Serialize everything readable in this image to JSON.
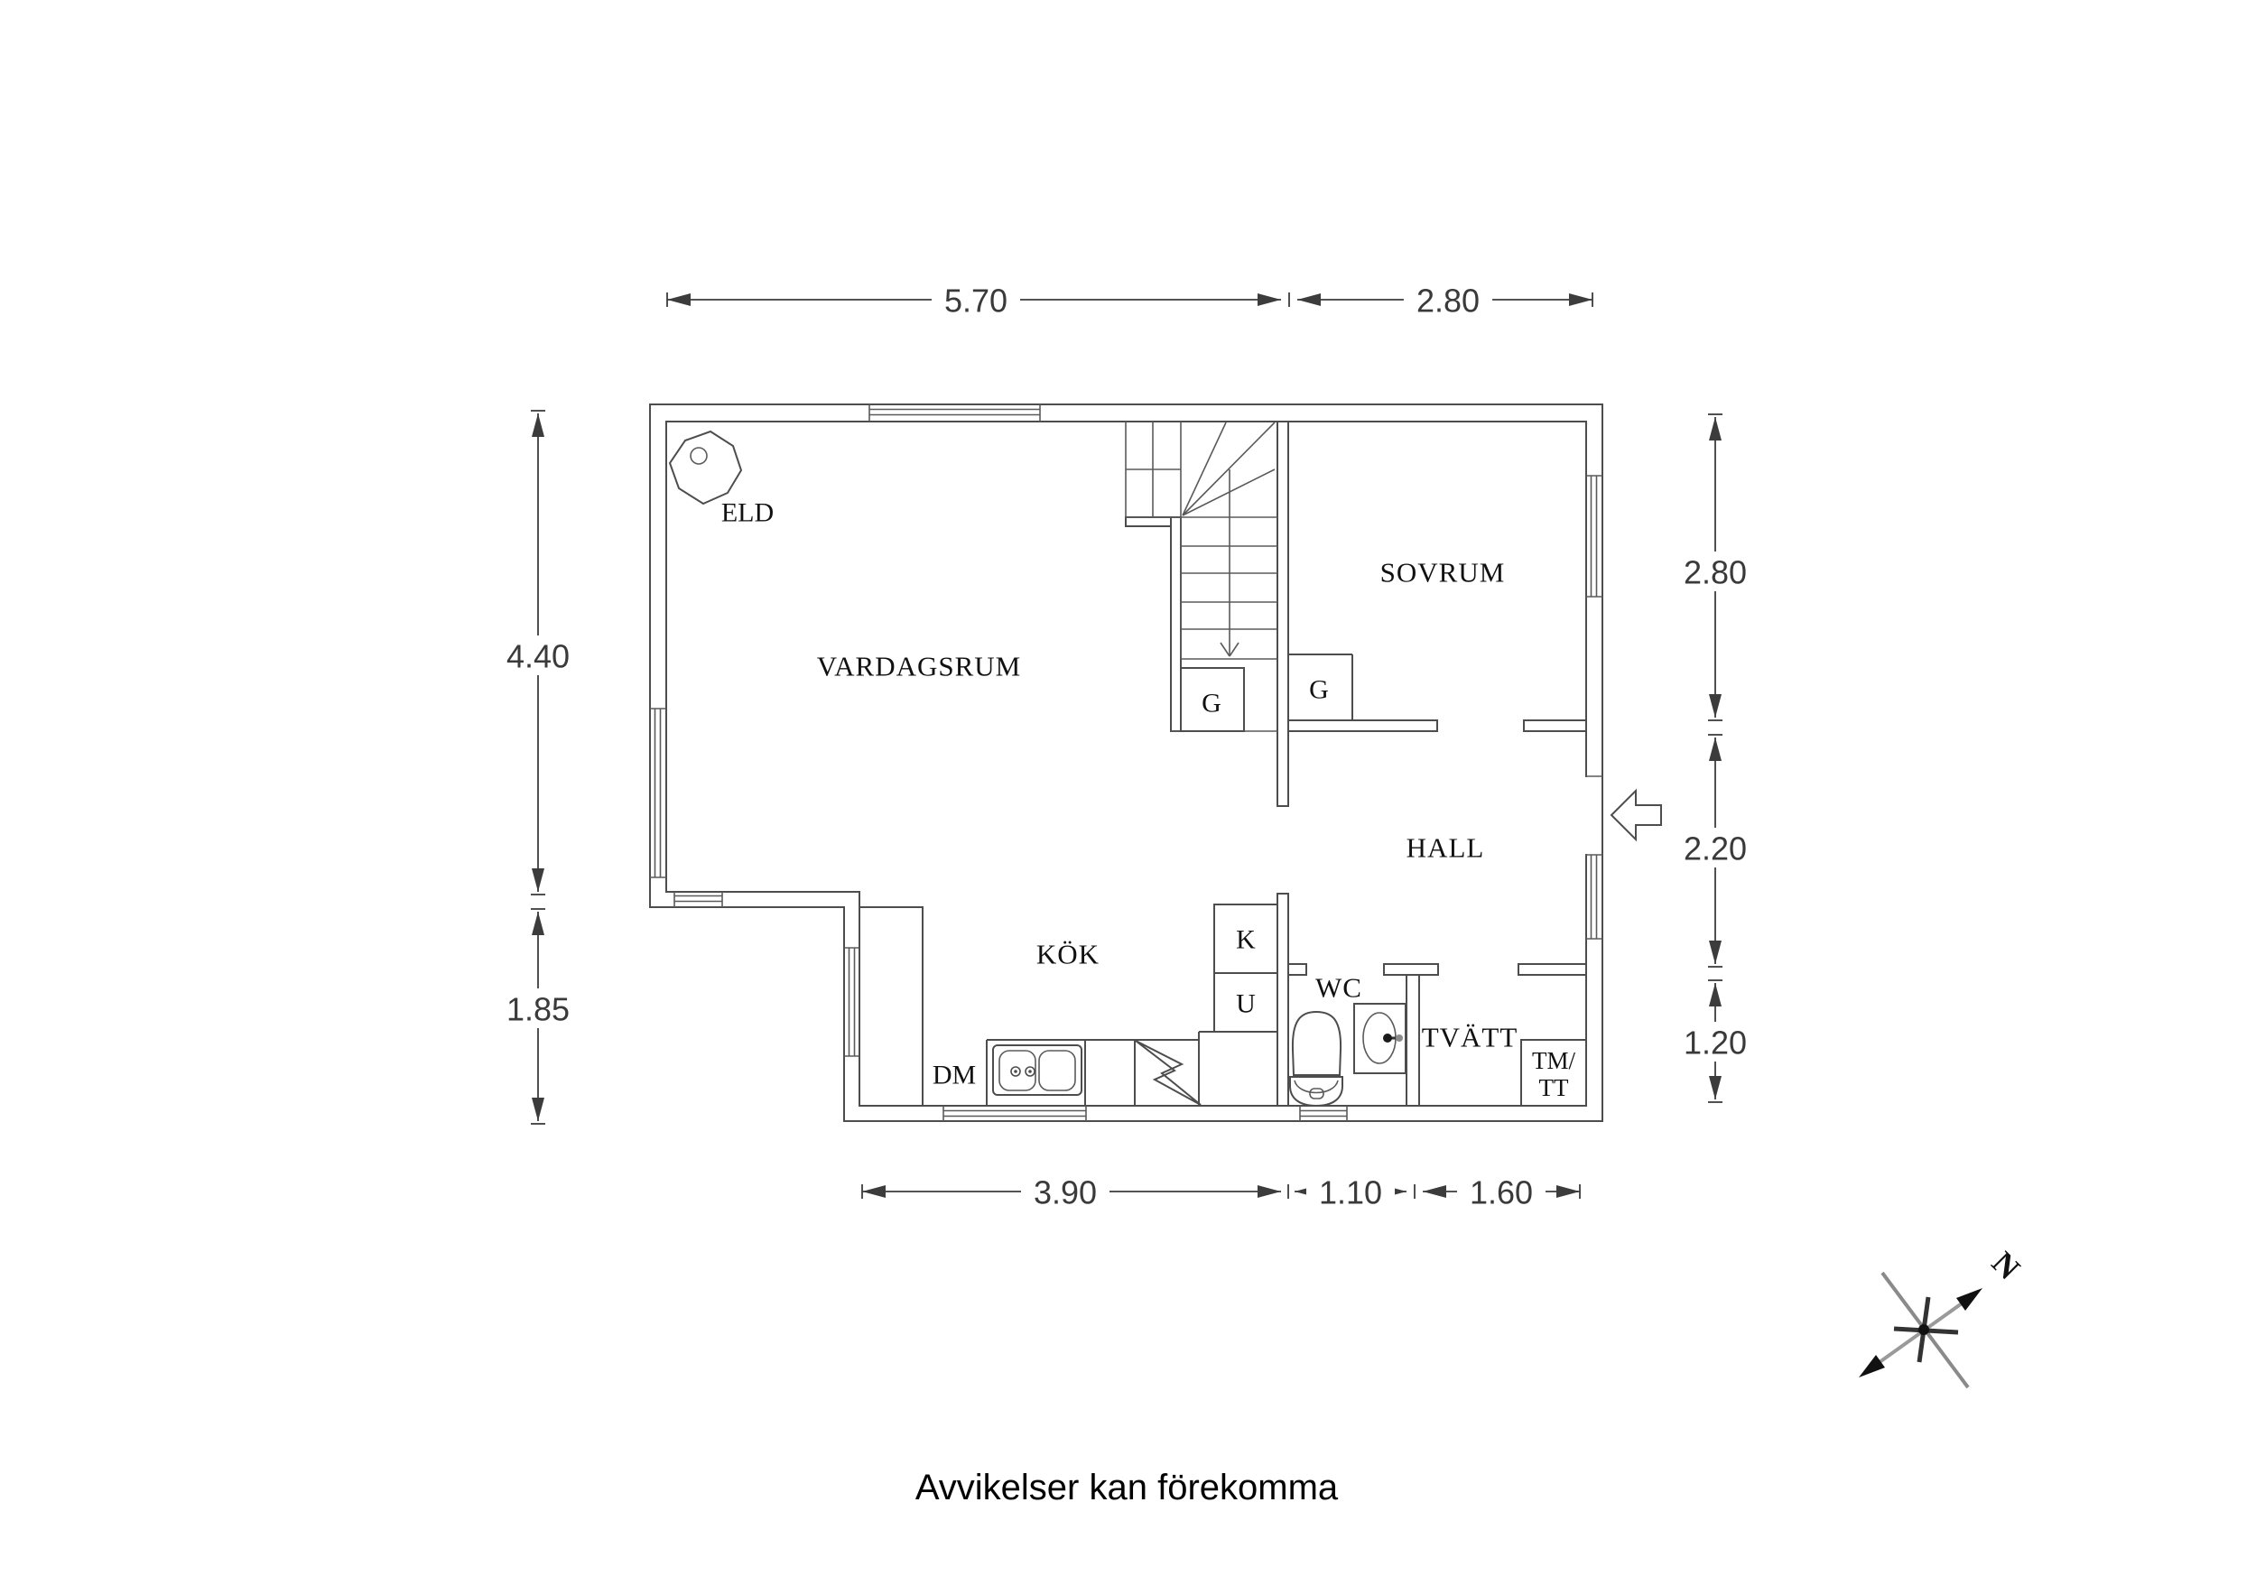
{
  "rooms": {
    "livingroom": "VARDAGSRUM",
    "bedroom": "SOVRUM",
    "hall": "HALL",
    "kitchen": "KÖK",
    "wc": "WC",
    "laundry": "TVÄTT"
  },
  "fixtures": {
    "fireplace": "ELD",
    "closet_stairs": "G",
    "closet_bedroom": "G",
    "fridge": "K",
    "oven": "U",
    "dishwasher": "DM",
    "washer_line1": "TM/",
    "washer_line2": "TT"
  },
  "dimensions": {
    "top_left": "5.70",
    "top_right": "2.80",
    "left_upper": "4.40",
    "left_lower": "1.85",
    "right_upper": "2.80",
    "right_middle": "2.20",
    "right_lower": "1.20",
    "bottom_left": "3.90",
    "bottom_middle": "1.10",
    "bottom_right": "1.60"
  },
  "compass": {
    "north": "N"
  },
  "disclaimer": "Avvikelser kan förekomma",
  "colors": {
    "wall_line": "#4d4d4d",
    "dimension_line": "#3c3c3c",
    "label_text": "#111111",
    "dimension_text": "#3a3a3a"
  }
}
